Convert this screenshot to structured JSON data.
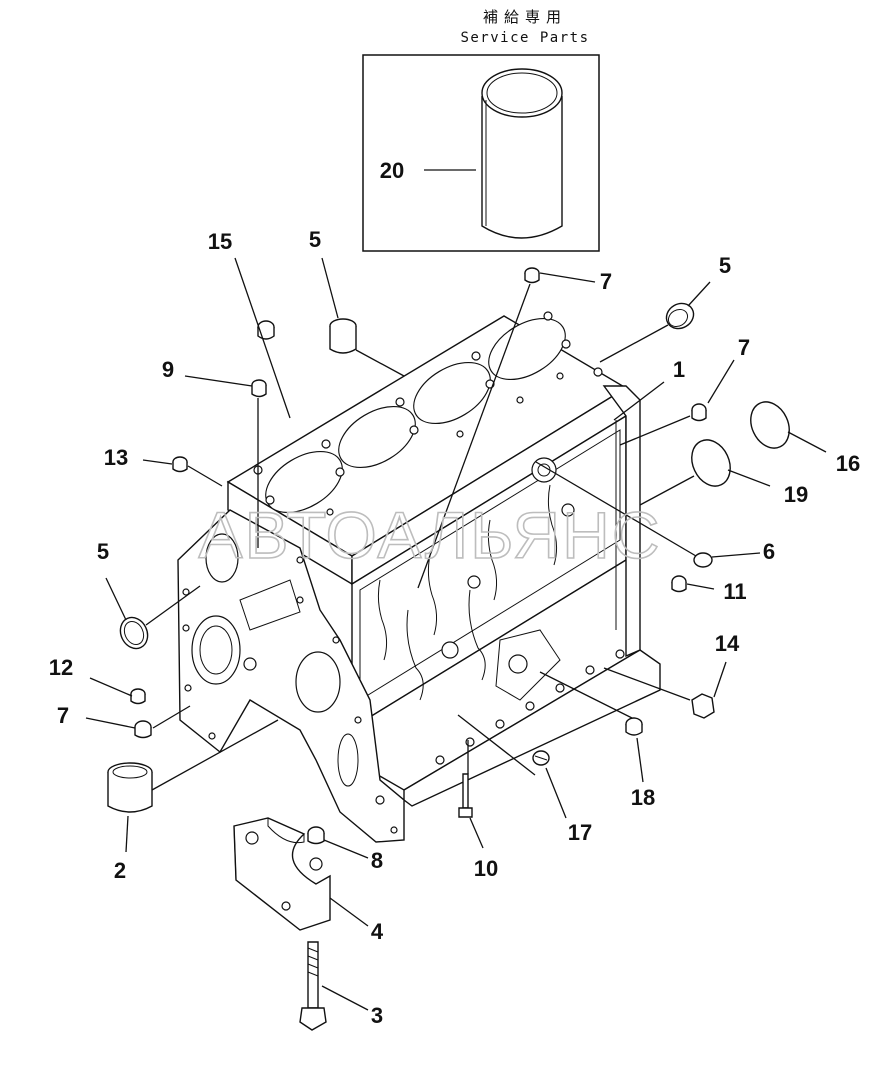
{
  "header": {
    "title_jp": "補給専用",
    "title_en": "Service Parts"
  },
  "watermark": "АВТОАЛЬЯНС",
  "callouts": [
    {
      "id": "c20",
      "label": "20"
    },
    {
      "id": "c15",
      "label": "15"
    },
    {
      "id": "c5a",
      "label": "5"
    },
    {
      "id": "c7a",
      "label": "7"
    },
    {
      "id": "c5b",
      "label": "5"
    },
    {
      "id": "c9",
      "label": "9"
    },
    {
      "id": "c1",
      "label": "1"
    },
    {
      "id": "c7b",
      "label": "7"
    },
    {
      "id": "c13",
      "label": "13"
    },
    {
      "id": "c16",
      "label": "16"
    },
    {
      "id": "c19",
      "label": "19"
    },
    {
      "id": "c5c",
      "label": "5"
    },
    {
      "id": "c6",
      "label": "6"
    },
    {
      "id": "c11",
      "label": "11"
    },
    {
      "id": "c14",
      "label": "14"
    },
    {
      "id": "c12",
      "label": "12"
    },
    {
      "id": "c7c",
      "label": "7"
    },
    {
      "id": "c18",
      "label": "18"
    },
    {
      "id": "c17",
      "label": "17"
    },
    {
      "id": "c2",
      "label": "2"
    },
    {
      "id": "c8",
      "label": "8"
    },
    {
      "id": "c10",
      "label": "10"
    },
    {
      "id": "c4",
      "label": "4"
    },
    {
      "id": "c3",
      "label": "3"
    }
  ]
}
